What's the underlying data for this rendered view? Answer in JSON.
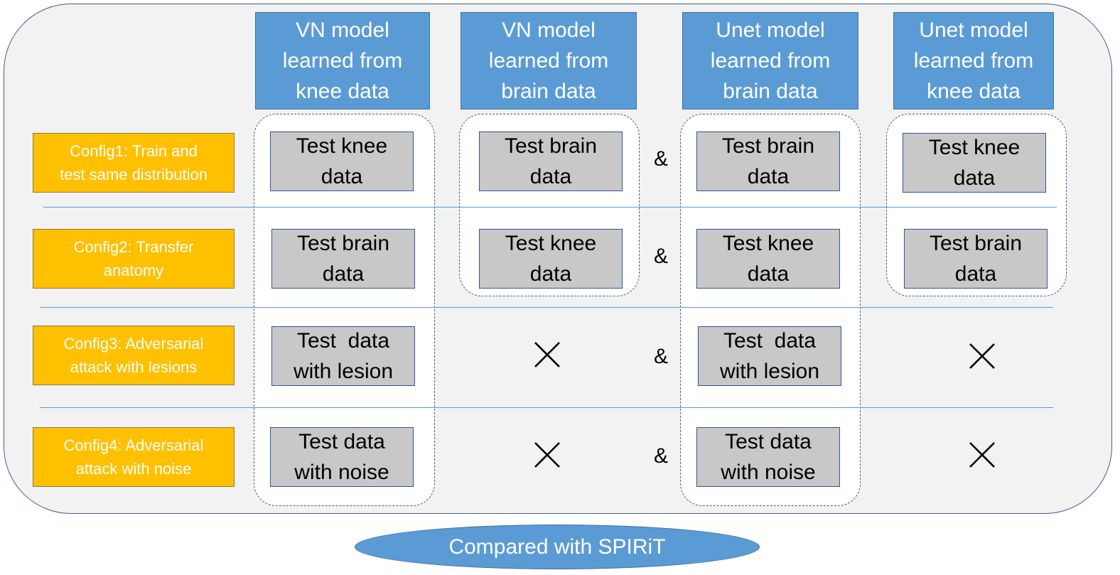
{
  "headers": [
    "VN model\nlearned from\nknee data",
    "VN model\nlearned from\nbrain data",
    "Unet model\nlearned from\nbrain data",
    "Unet model\nlearned from\nknee data"
  ],
  "configs": [
    "Config1:  Train and\ntest same distribution",
    "Config2: Transfer\nanatomy",
    "Config3: Adversarial\nattack with lesions",
    "Config4: Adversarial\nattack with noise"
  ],
  "cells": {
    "r1": [
      "Test knee\ndata",
      "Test brain\ndata",
      "Test brain\ndata",
      "Test knee\ndata"
    ],
    "r2": [
      "Test brain\ndata",
      "Test knee\ndata",
      "Test knee\ndata",
      "Test brain\ndata"
    ],
    "r3": [
      "Test  data\nwith lesion",
      "Test  data\nwith lesion"
    ],
    "r4": [
      "Test data\nwith noise",
      "Test data\nwith noise"
    ]
  },
  "ampersand": "&",
  "not_applicable_icon": "x-mark-icon",
  "comparison": "Compared with SPIRiT",
  "colors": {
    "header_blue": "#5b9bd5",
    "config_orange": "#ffc000",
    "test_gray": "#c8c8c8",
    "panel_gray": "#f2f2f2"
  }
}
